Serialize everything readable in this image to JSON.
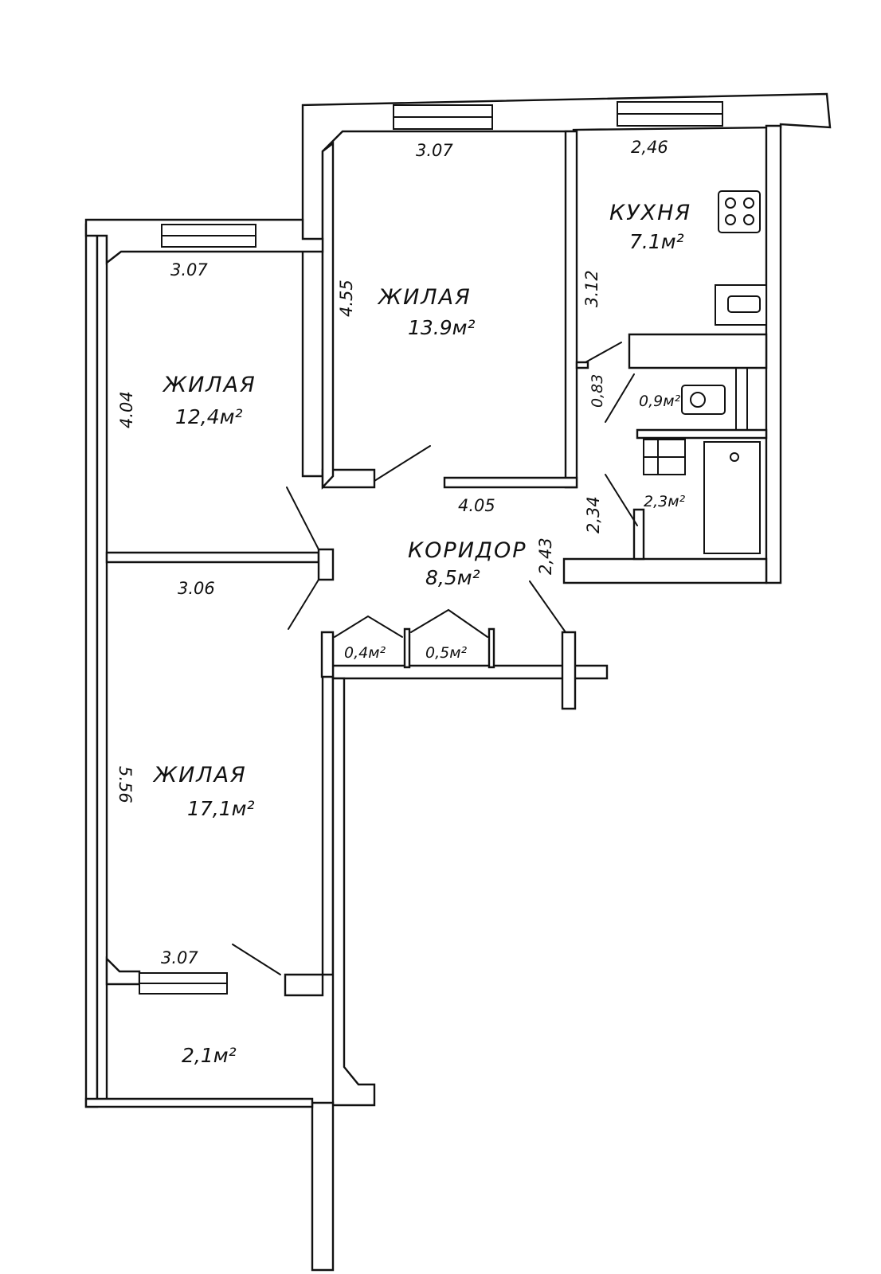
{
  "rooms": {
    "living_top": {
      "name": "ЖИЛАЯ",
      "area": "13.9м²"
    },
    "living_left": {
      "name": "ЖИЛАЯ",
      "area": "12,4м²"
    },
    "living_bottom": {
      "name": "ЖИЛАЯ",
      "area": "17,1м²"
    },
    "kitchen": {
      "name": "КУХНЯ",
      "area": "7.1м²"
    },
    "corridor": {
      "name": "КОРИДОР",
      "area": "8,5м²"
    },
    "bath": {
      "area": "0,9м²"
    },
    "wc": {
      "area": "2,3м²"
    },
    "closet1": {
      "area": "0,4м²"
    },
    "closet2": {
      "area": "0,5м²"
    },
    "balcony": {
      "area": "2,1м²"
    }
  },
  "dimensions": {
    "top_room_width": "3.07",
    "top_room_height": "4.55",
    "left_room_width": "3.07",
    "left_room_height": "4.04",
    "kitchen_width": "2,46",
    "kitchen_height": "3.12",
    "bath_small": "0,83",
    "corridor_width": "4.05",
    "wc_height": "2,34",
    "corridor_height": "2,43",
    "bottom_room_width": "3.06",
    "bottom_room_height": "5.56",
    "balcony_width": "3.07"
  }
}
